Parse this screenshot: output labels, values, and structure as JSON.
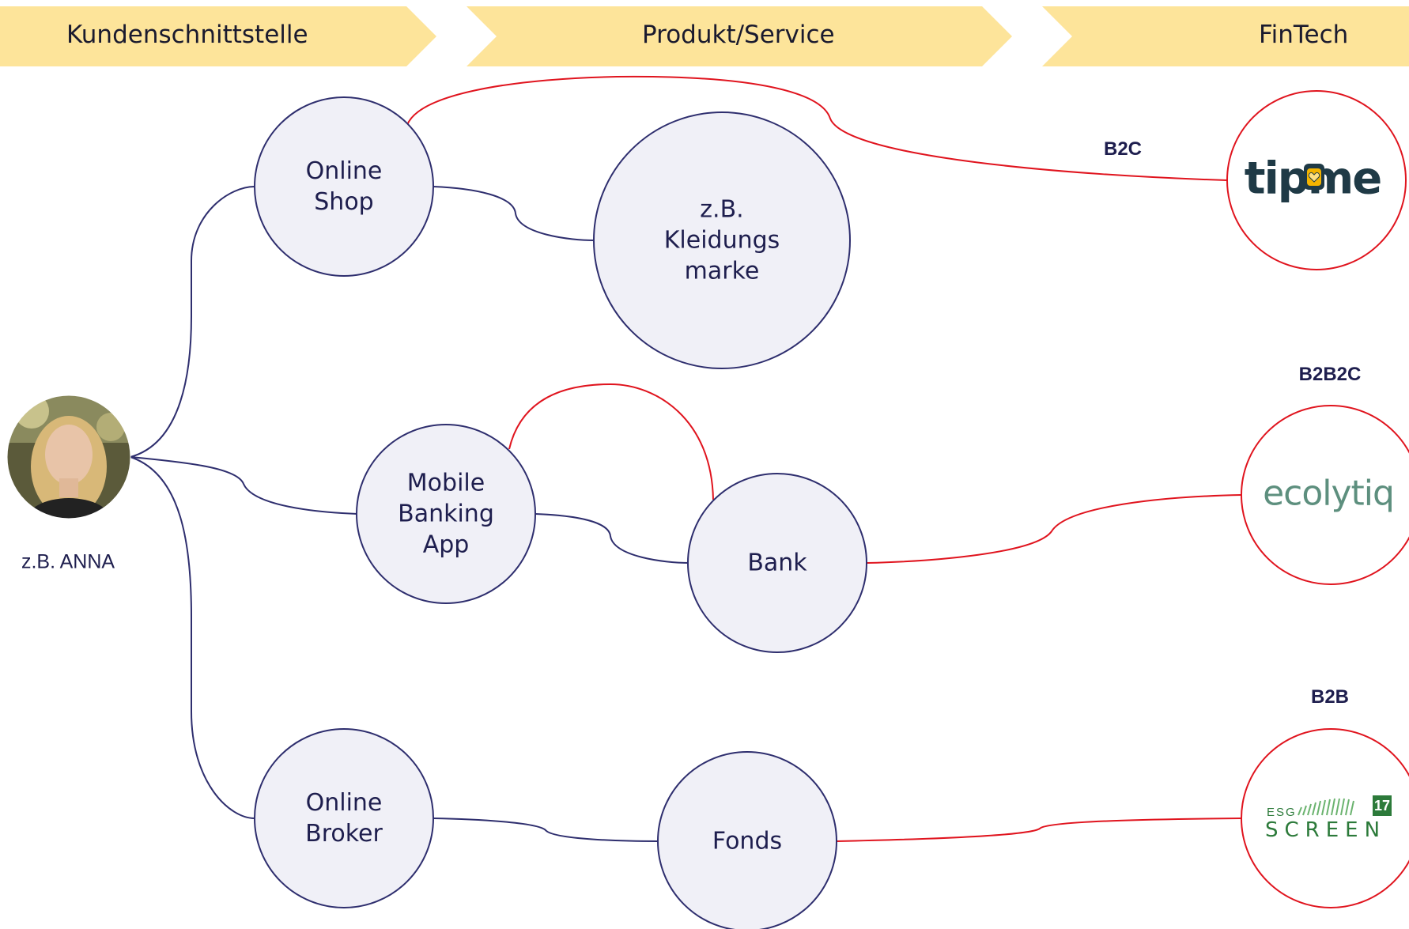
{
  "header": {
    "stages": [
      {
        "label": "Kundenschnittstelle"
      },
      {
        "label": "Produkt/Service"
      },
      {
        "label": "FinTech"
      }
    ]
  },
  "person": {
    "caption": "z.B. ANNA"
  },
  "nodes": {
    "online_shop": {
      "line1": "Online",
      "line2": "Shop"
    },
    "kleidungsmarke": {
      "line1": "z.B.",
      "line2": "Kleidungs",
      "line3": "marke"
    },
    "mobile_banking": {
      "line1": "Mobile",
      "line2": "Banking",
      "line3": "App"
    },
    "bank": {
      "line1": "Bank"
    },
    "online_broker": {
      "line1": "Online",
      "line2": "Broker"
    },
    "fonds": {
      "line1": "Fonds"
    }
  },
  "fintechs": [
    {
      "model": "B2C",
      "logo": "tipme"
    },
    {
      "model": "B2B2C",
      "logo": "ecolytiq"
    },
    {
      "model": "B2B",
      "logo_small": "ESG",
      "logo_num": "17",
      "logo_main": "SCREEN"
    }
  ],
  "colors": {
    "banner": "#fde49a",
    "node_fill": "#f0f0f7",
    "node_stroke": "#2e2e6e",
    "customer_line": "#2e2e6e",
    "fintech_line": "#e0141e",
    "tipme_dark": "#1f3a46",
    "tipme_jar": "#f4b400",
    "ecolytiq": "#5d8f7e",
    "esg_green": "#2c7a3a"
  }
}
